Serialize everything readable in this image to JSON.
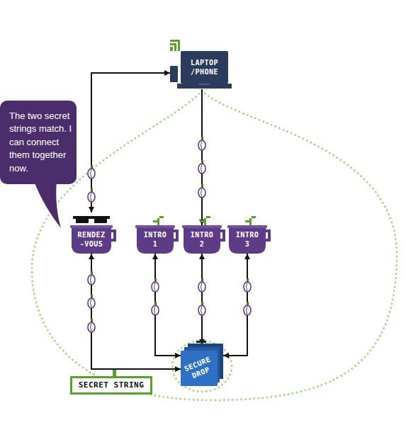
{
  "diagram": {
    "nodes": [
      {
        "text": [
          "LAPTOP /PHONE"
        ]
      },
      {
        "text": [
          "The two secret strings match. I can connect them together now."
        ]
      },
      {
        "text": [
          "RENDEZ -VOUS"
        ]
      },
      {
        "text": [
          "INTRO 1"
        ]
      },
      {
        "text": [
          "INTRO 2"
        ]
      },
      {
        "text": [
          "INTRO 3"
        ]
      },
      {
        "text": [
          "SECURE DROP"
        ]
      },
      {
        "text": [
          "SECRET STRING"
        ]
      }
    ],
    "edges": [
      {
        "from": 0,
        "to": 2,
        "arrow": "both"
      },
      {
        "from": 0,
        "to": 4,
        "arrow": "to"
      },
      {
        "from": 2,
        "to": 6,
        "arrow": "both"
      },
      {
        "from": 3,
        "to": 6,
        "arrow": "both"
      },
      {
        "from": 4,
        "to": 6,
        "arrow": "both"
      },
      {
        "from": 5,
        "to": 6,
        "arrow": "both"
      }
    ]
  }
}
